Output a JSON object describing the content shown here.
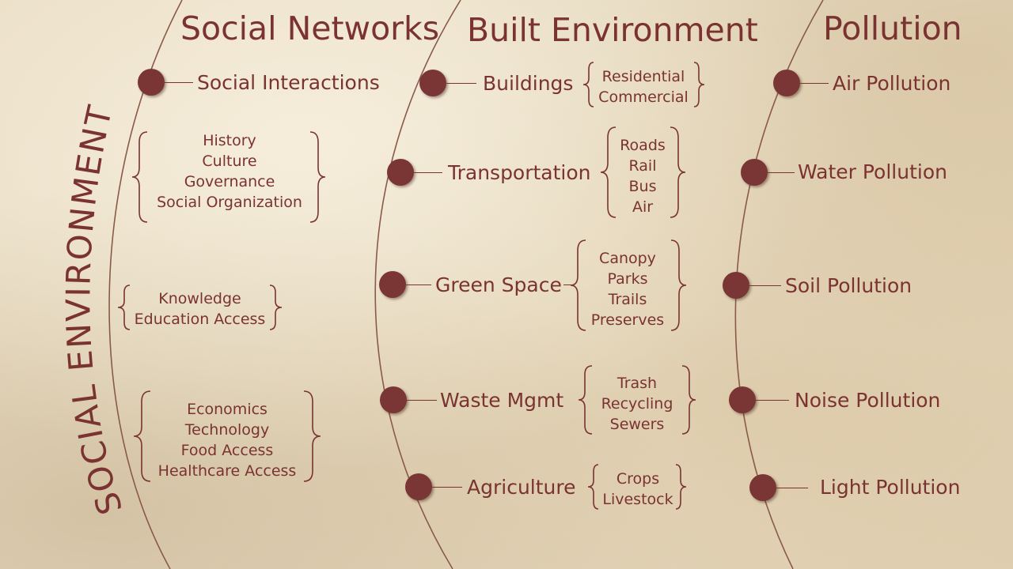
{
  "vertical_title": "SOCIAL ENVIRONMENT",
  "columns": {
    "social": {
      "title": "Social Networks",
      "main": "Social Interactions",
      "groups": [
        {
          "lines": [
            "History",
            "Culture",
            "Governance",
            "Social Organization"
          ]
        },
        {
          "lines": [
            "Knowledge",
            "Education Access"
          ]
        },
        {
          "lines": [
            "Economics",
            "Technology",
            "Food Access",
            "Healthcare Access"
          ]
        }
      ]
    },
    "built": {
      "title": "Built Environment",
      "items": [
        {
          "label": "Buildings",
          "sub": [
            "Residential",
            "Commercial"
          ]
        },
        {
          "label": "Transportation",
          "sub": [
            "Roads",
            "Rail",
            "Bus",
            "Air"
          ]
        },
        {
          "label": "Green Space",
          "sub": [
            "Canopy",
            "Parks",
            "Trails",
            "Preserves"
          ]
        },
        {
          "label": "Waste Mgmt",
          "sub": [
            "Trash",
            "Recycling",
            "Sewers"
          ]
        },
        {
          "label": "Agriculture",
          "sub": [
            "Crops",
            "Livestock"
          ]
        }
      ]
    },
    "pollution": {
      "title": "Pollution",
      "items": [
        {
          "label": "Air Pollution"
        },
        {
          "label": "Water Pollution"
        },
        {
          "label": "Soil Pollution"
        },
        {
          "label": "Noise Pollution"
        },
        {
          "label": "Light Pollution"
        }
      ]
    }
  },
  "colors": {
    "accent": "#7a3331",
    "dot": "#7a3535",
    "arc": "#8a5a48",
    "background": "#e9dcc3"
  }
}
